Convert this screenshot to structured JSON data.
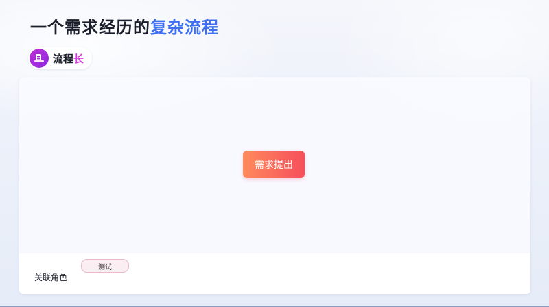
{
  "header": {
    "title_main": "一个需求经历的",
    "title_accent": "复杂流程"
  },
  "badge": {
    "icon": "flow-doc-icon",
    "label_main": "流程",
    "label_accent": "长",
    "accent_color": "#d63be0"
  },
  "canvas": {
    "node": {
      "label": "需求提出",
      "colors": [
        "#ff8a5c",
        "#f64f5c"
      ]
    },
    "roles": {
      "label": "关联角色",
      "tags": [
        "测试"
      ]
    }
  },
  "colors": {
    "title_accent": "#3d6ff0"
  }
}
